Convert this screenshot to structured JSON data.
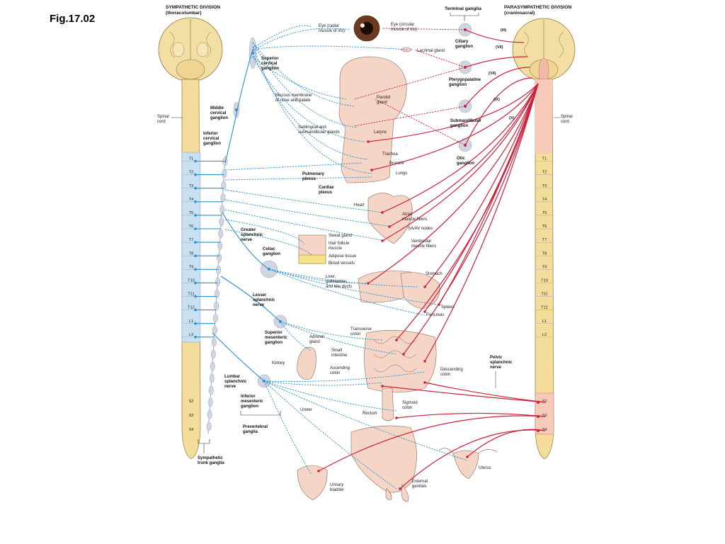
{
  "figure_label": "Fig.17.02",
  "sympathetic": {
    "title": "SYMPATHETIC DIVISION",
    "subtitle": "(thoracolumbar)",
    "spinal_cord": [
      "Spinal",
      "cord"
    ],
    "segments": [
      "T1",
      "T2",
      "T3",
      "T4",
      "T5",
      "T6",
      "T7",
      "T8",
      "T9",
      "T10",
      "T11",
      "T12",
      "L1",
      "L2"
    ],
    "sacral": [
      "S2",
      "S3",
      "S4"
    ],
    "ganglia": {
      "superior_cervical": [
        "Superior",
        "cervical",
        "ganglion"
      ],
      "middle_cervical": [
        "Middle",
        "cervical",
        "ganglion"
      ],
      "inferior_cervical": [
        "Inferior",
        "cervical",
        "ganglion"
      ],
      "greater_splanchnic": [
        "Greater",
        "splanchnic",
        "nerve"
      ],
      "celiac": [
        "Celiac",
        "ganglion"
      ],
      "lesser_splanchnic": [
        "Lesser",
        "splanchnic",
        "nerve"
      ],
      "superior_mesenteric": [
        "Superior",
        "mesenteric",
        "ganglion"
      ],
      "lumbar_splanchnic": [
        "Lumbar",
        "splanchnic",
        "nerve"
      ],
      "inferior_mesenteric": [
        "Inferior",
        "mesenteric",
        "ganglion"
      ],
      "prevertebral": [
        "Prevertebral",
        "ganglia"
      ],
      "sympathetic_trunk": [
        "Sympathetic",
        "trunk ganglia"
      ]
    }
  },
  "parasympathetic": {
    "title": "PARASYMPATHETIC DIVISION",
    "subtitle": "(craniosacral)",
    "terminal_ganglia": "Terminal ganglia",
    "spinal_cord": [
      "Spinal",
      "cord"
    ],
    "segments": [
      "T1",
      "T2",
      "T3",
      "T4",
      "T5",
      "T6",
      "T7",
      "T8",
      "T9",
      "T10",
      "T11",
      "T12",
      "L1",
      "L2"
    ],
    "sacral": [
      "S2",
      "S3",
      "S4"
    ],
    "cranial_nerves": [
      "(III)",
      "(VII)",
      "(VII)",
      "(IX)",
      "(X)"
    ],
    "ganglia": {
      "ciliary": [
        "Ciliary",
        "ganglion"
      ],
      "pterygopalatine": [
        "Pterygopalatine",
        "ganglion"
      ],
      "submandibular": [
        "Submandibular",
        "ganglion"
      ],
      "otic": [
        "Otic",
        "ganglion"
      ],
      "pelvic_splanchnic": [
        "Pelvic",
        "splanchnic",
        "nerve"
      ]
    }
  },
  "organs": {
    "eye_radial": [
      "Eye (radial",
      "muscle of iris)"
    ],
    "eye_circular": [
      "Eye (circular",
      "muscle of iris)"
    ],
    "lacrimal": "Lacrimal gland",
    "mucous": [
      "Mucous membrane",
      "of nose and palate"
    ],
    "parotid": [
      "Parotid",
      "gland"
    ],
    "sublingual": [
      "Sublingual and",
      "submandibular glands"
    ],
    "larynx": "Larynx",
    "trachea": "Trachea",
    "bronchi": "Bronchi",
    "lungs": "Lungs",
    "pulmonary": [
      "Pulmonary",
      "plexus"
    ],
    "cardiac": [
      "Cardiac",
      "plexus"
    ],
    "heart": "Heart",
    "atrial": [
      "Atrial",
      "muscle fibers"
    ],
    "saav": "SA/AV nodes",
    "ventricular": [
      "Ventricular",
      "muscle fibers"
    ],
    "sweat": "Sweat gland",
    "hair": [
      "Hair follicle",
      "muscle"
    ],
    "adipose": "Adipose tissue",
    "blood": "Blood vessels",
    "liver": [
      "Liver,",
      "gallbladder,",
      "and bile ducts"
    ],
    "stomach": "Stomach",
    "spleen": "Spleen",
    "pancreas": "Pancreas",
    "transverse": [
      "Transverse",
      "colon"
    ],
    "adrenal": [
      "Adrenal",
      "gland"
    ],
    "small_int": [
      "Small",
      "intestine"
    ],
    "ascending": [
      "Ascending",
      "colon"
    ],
    "descending": [
      "Descending",
      "colon"
    ],
    "kidney": "Kidney",
    "sigmoid": [
      "Sigmoid",
      "colon"
    ],
    "ureter": "Ureter",
    "rectum": "Rectum",
    "bladder": [
      "Urinary",
      "bladder"
    ],
    "genitals": [
      "External",
      "genitals"
    ],
    "uterus": "Uterus"
  },
  "colors": {
    "sympathetic": "#2a8fcf",
    "parasympathetic": "#cf1f3a",
    "cord": "#f4dc9a",
    "segment_fill": "#c9dff2"
  }
}
